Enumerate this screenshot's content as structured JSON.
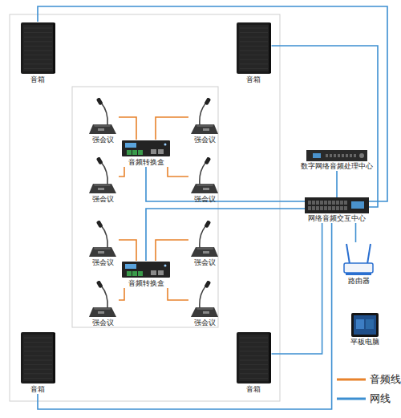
{
  "diagram": {
    "nodes": [
      {
        "text": [
          "音箱"
        ]
      },
      {
        "text": [
          "音箱"
        ]
      },
      {
        "text": [
          "强会议"
        ]
      },
      {
        "text": [
          "强会议"
        ]
      },
      {
        "text": [
          "音频转换盒"
        ]
      },
      {
        "text": [
          "数字网络音频处理中心"
        ]
      },
      {
        "text": [
          "强会议"
        ]
      },
      {
        "text": [
          "强会议"
        ]
      },
      {
        "text": [
          "网络音频交互中心"
        ]
      },
      {
        "text": [
          "强会议"
        ]
      },
      {
        "text": [
          "强会议"
        ]
      },
      {
        "text": [
          "路由器"
        ]
      },
      {
        "text": [
          "音频转换盒"
        ]
      },
      {
        "text": [
          "强会议"
        ]
      },
      {
        "text": [
          "强会议"
        ]
      },
      {
        "text": [
          "平板电脑"
        ]
      },
      {
        "text": [
          "音箱"
        ]
      },
      {
        "text": [
          "音箱"
        ]
      }
    ],
    "edges": [
      {
        "from": 2,
        "to": 4,
        "arrow": "none"
      },
      {
        "from": 3,
        "to": 4,
        "arrow": "none"
      },
      {
        "from": 6,
        "to": 4,
        "arrow": "none"
      },
      {
        "from": 7,
        "to": 4,
        "arrow": "none"
      },
      {
        "from": 9,
        "to": 12,
        "arrow": "none"
      },
      {
        "from": 10,
        "to": 12,
        "arrow": "none"
      },
      {
        "from": 13,
        "to": 12,
        "arrow": "none"
      },
      {
        "from": 14,
        "to": 12,
        "arrow": "none"
      },
      {
        "from": 0,
        "to": 8,
        "arrow": "none"
      },
      {
        "from": 1,
        "to": 8,
        "arrow": "none"
      },
      {
        "from": 4,
        "to": 8,
        "arrow": "none"
      },
      {
        "from": 5,
        "to": 8,
        "arrow": "none"
      },
      {
        "from": 12,
        "to": 8,
        "arrow": "none"
      },
      {
        "from": 16,
        "to": 8,
        "arrow": "none"
      },
      {
        "from": 17,
        "to": 8,
        "arrow": "none"
      },
      {
        "from": 8,
        "to": 11,
        "arrow": "none"
      }
    ],
    "legend": [
      {
        "text": "音频线"
      },
      {
        "text": "网线"
      }
    ]
  }
}
